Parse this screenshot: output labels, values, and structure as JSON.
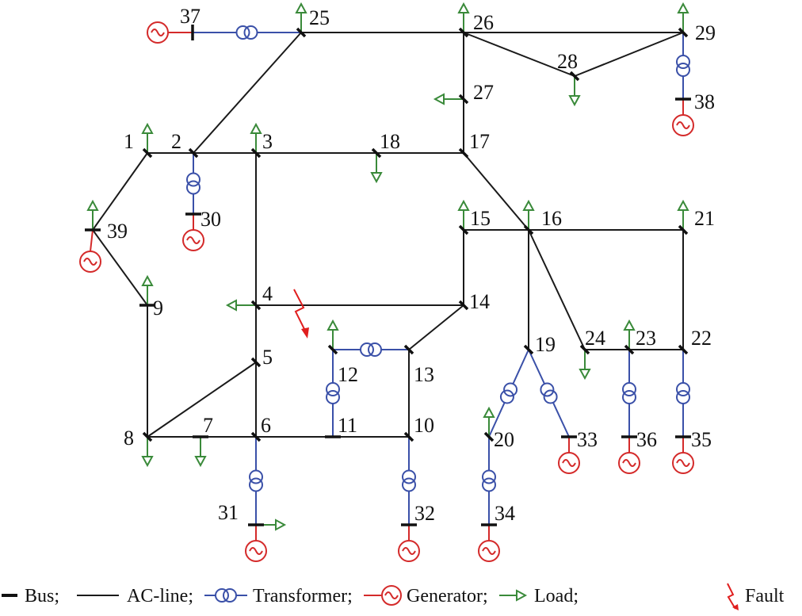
{
  "colors": {
    "line": "#1a1a1a",
    "bus": "#111111",
    "transformer": "#3a50a8",
    "generator": "#d42a2a",
    "load": "#3a8a3a",
    "fault": "#e01e1e"
  },
  "buses": [
    {
      "id": "1",
      "label": "1"
    },
    {
      "id": "2",
      "label": "2"
    },
    {
      "id": "3",
      "label": "3"
    },
    {
      "id": "4",
      "label": "4"
    },
    {
      "id": "5",
      "label": "5"
    },
    {
      "id": "6",
      "label": "6"
    },
    {
      "id": "7",
      "label": "7"
    },
    {
      "id": "8",
      "label": "8"
    },
    {
      "id": "9",
      "label": "9"
    },
    {
      "id": "10",
      "label": "10"
    },
    {
      "id": "11",
      "label": "11"
    },
    {
      "id": "12",
      "label": "12"
    },
    {
      "id": "13",
      "label": "13"
    },
    {
      "id": "14",
      "label": "14"
    },
    {
      "id": "15",
      "label": "15"
    },
    {
      "id": "16",
      "label": "16"
    },
    {
      "id": "17",
      "label": "17"
    },
    {
      "id": "18",
      "label": "18"
    },
    {
      "id": "19",
      "label": "19"
    },
    {
      "id": "20",
      "label": "20"
    },
    {
      "id": "21",
      "label": "21"
    },
    {
      "id": "22",
      "label": "22"
    },
    {
      "id": "23",
      "label": "23"
    },
    {
      "id": "24",
      "label": "24"
    },
    {
      "id": "25",
      "label": "25"
    },
    {
      "id": "26",
      "label": "26"
    },
    {
      "id": "27",
      "label": "27"
    },
    {
      "id": "28",
      "label": "28"
    },
    {
      "id": "29",
      "label": "29"
    },
    {
      "id": "30",
      "label": "30"
    },
    {
      "id": "31",
      "label": "31"
    },
    {
      "id": "32",
      "label": "32"
    },
    {
      "id": "33",
      "label": "33"
    },
    {
      "id": "34",
      "label": "34"
    },
    {
      "id": "35",
      "label": "35"
    },
    {
      "id": "36",
      "label": "36"
    },
    {
      "id": "37",
      "label": "37"
    },
    {
      "id": "38",
      "label": "38"
    },
    {
      "id": "39",
      "label": "39"
    }
  ],
  "ac_lines": [
    [
      "1",
      "2"
    ],
    [
      "1",
      "39"
    ],
    [
      "2",
      "3"
    ],
    [
      "2",
      "25"
    ],
    [
      "3",
      "4"
    ],
    [
      "3",
      "18"
    ],
    [
      "4",
      "5"
    ],
    [
      "4",
      "14"
    ],
    [
      "5",
      "6"
    ],
    [
      "5",
      "8"
    ],
    [
      "6",
      "7"
    ],
    [
      "6",
      "11"
    ],
    [
      "7",
      "8"
    ],
    [
      "8",
      "9"
    ],
    [
      "9",
      "39"
    ],
    [
      "10",
      "11"
    ],
    [
      "10",
      "13"
    ],
    [
      "13",
      "14"
    ],
    [
      "14",
      "15"
    ],
    [
      "15",
      "16"
    ],
    [
      "16",
      "17"
    ],
    [
      "16",
      "19"
    ],
    [
      "16",
      "21"
    ],
    [
      "16",
      "24"
    ],
    [
      "17",
      "18"
    ],
    [
      "17",
      "27"
    ],
    [
      "21",
      "22"
    ],
    [
      "22",
      "23"
    ],
    [
      "23",
      "24"
    ],
    [
      "25",
      "26"
    ],
    [
      "26",
      "27"
    ],
    [
      "26",
      "28"
    ],
    [
      "26",
      "29"
    ],
    [
      "28",
      "29"
    ]
  ],
  "transformers": [
    [
      "2",
      "30"
    ],
    [
      "6",
      "31"
    ],
    [
      "10",
      "32"
    ],
    [
      "12",
      "11"
    ],
    [
      "12",
      "13"
    ],
    [
      "19",
      "20"
    ],
    [
      "19",
      "33"
    ],
    [
      "20",
      "34"
    ],
    [
      "22",
      "35"
    ],
    [
      "23",
      "36"
    ],
    [
      "25",
      "37"
    ],
    [
      "29",
      "38"
    ]
  ],
  "generators": [
    "30",
    "31",
    "32",
    "33",
    "34",
    "35",
    "36",
    "37",
    "38",
    "39"
  ],
  "loads": [
    "1",
    "3",
    "4",
    "7",
    "8",
    "9",
    "12",
    "15",
    "16",
    "18",
    "20",
    "21",
    "23",
    "24",
    "25",
    "26",
    "27",
    "28",
    "29",
    "31",
    "39"
  ],
  "fault": {
    "near_bus": "4"
  },
  "legend": {
    "bus": "Bus;",
    "ac_line": "AC-line;",
    "transformer": "Transformer;",
    "generator": "Generator;",
    "load": "Load;",
    "fault": "Fault"
  }
}
